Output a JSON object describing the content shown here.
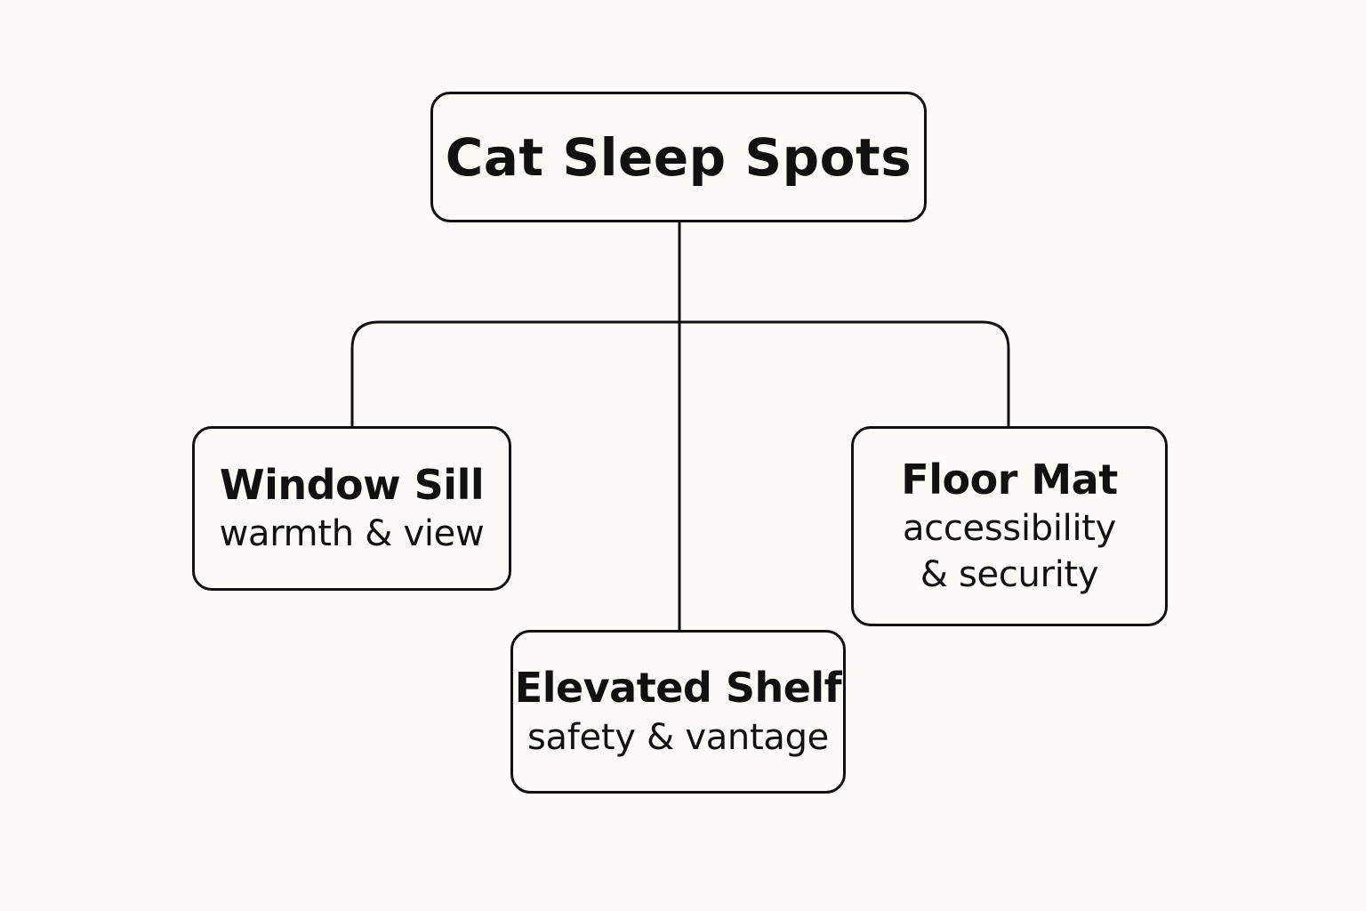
{
  "diagram": {
    "root": {
      "title": "Cat Sleep Spots"
    },
    "children": [
      {
        "label": "Window Sill",
        "sub_lines": [
          "warmth & view"
        ]
      },
      {
        "label": "Elevated Shelf",
        "sub_lines": [
          "safety & vantage"
        ]
      },
      {
        "label": "Floor Mat",
        "sub_lines": [
          "accessibility",
          "& security"
        ]
      }
    ],
    "colors": {
      "background": "#fcfbf7",
      "stroke": "#111111",
      "text": "#111111"
    }
  }
}
